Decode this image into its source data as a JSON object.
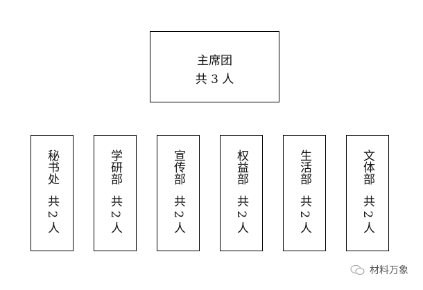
{
  "top": {
    "title": "主席团",
    "count": "共 3 人"
  },
  "departments": [
    {
      "name": "秘书处",
      "count": "共 2 人"
    },
    {
      "name": "学研部",
      "count": "共 2 人"
    },
    {
      "name": "宣传部",
      "count": "共 2 人"
    },
    {
      "name": "权益部",
      "count": "共 2 人"
    },
    {
      "name": "生活部",
      "count": "共 2 人"
    },
    {
      "name": "文体部",
      "count": "共 2 人"
    }
  ],
  "watermark": {
    "text": "材料万象",
    "icon": "wechat-icon"
  }
}
